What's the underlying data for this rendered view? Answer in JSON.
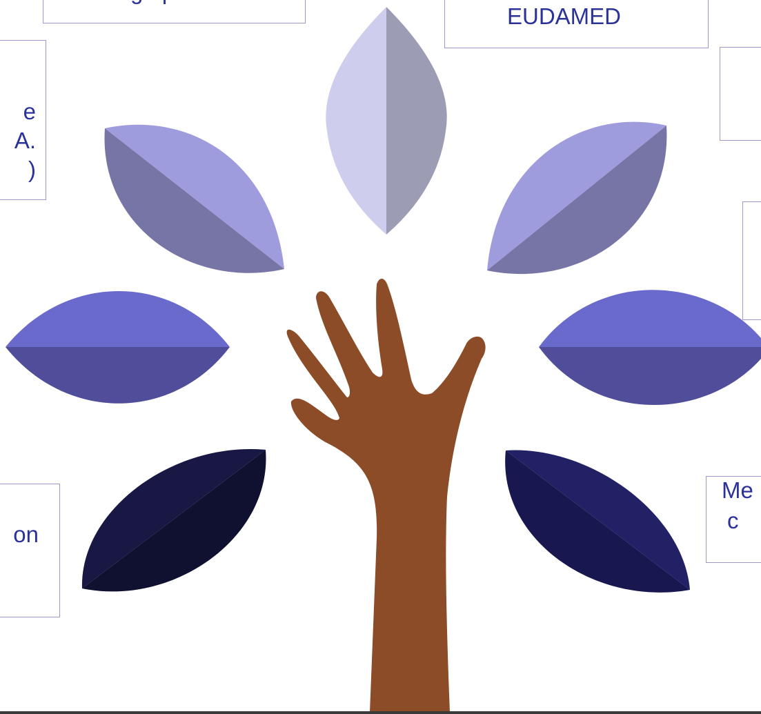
{
  "boxes": {
    "top_left": "de riesgo para IVD",
    "top_center": "EUDAMED",
    "mid_left": [
      "e",
      "A.",
      ")"
    ],
    "right_upper": "",
    "right_middle": "",
    "bottom_left": "on",
    "bottom_right": [
      "Me",
      "c"
    ]
  },
  "colors": {
    "box_text": "#2b3399",
    "box_border": "#9e98c8",
    "hand": "#8b4c27",
    "leaf_top_light": "#cfcdee",
    "leaf_top_dark": "#9d9cb5",
    "leaf_upper_light": "#9f9cde",
    "leaf_upper_dark": "#7774a6",
    "leaf_mid_light": "#6a69cc",
    "leaf_mid_dark": "#504e9b",
    "leaf_bottom_left_light": "#191844",
    "leaf_bottom_left_dark": "#101030",
    "leaf_bottom_right_light": "#222166",
    "leaf_bottom_right_dark": "#181750"
  }
}
